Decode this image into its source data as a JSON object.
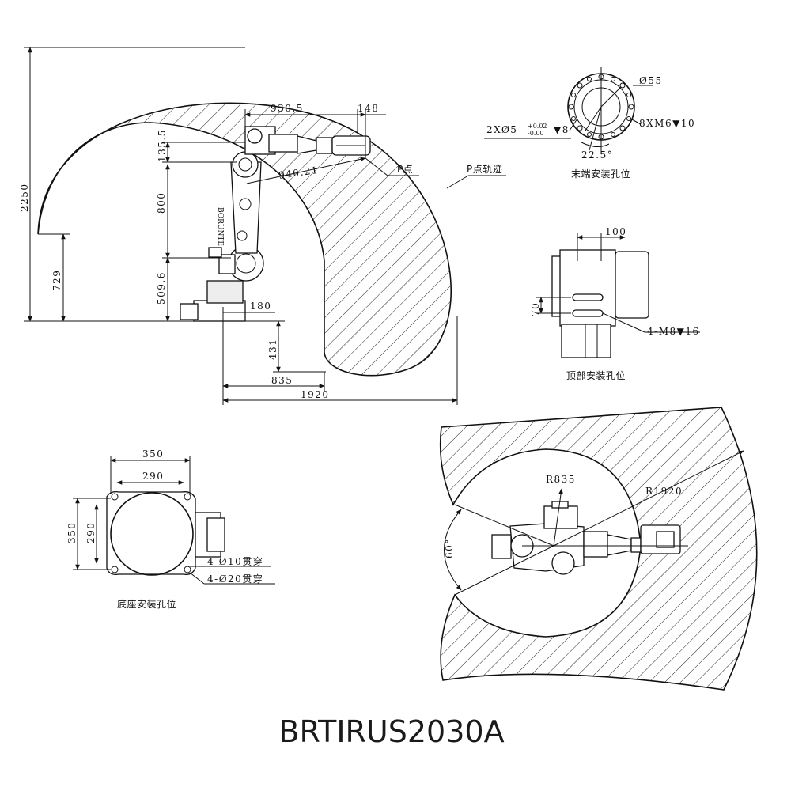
{
  "title": "BRTIRUS2030A",
  "side_view": {
    "dims": {
      "reach_horizontal": "930.5",
      "tool_offset": "148",
      "upper_offset": "135.5",
      "diagonal": "940.21",
      "upper_arm": "800",
      "base_height": "509.6",
      "overall_height": "2250",
      "lower_limit": "729",
      "base_offset": "180",
      "below_base": "431",
      "inner_radius": "835",
      "outer_radius": "1920"
    },
    "labels": {
      "p_point": "P点",
      "p_trajectory": "P点轨迹"
    }
  },
  "end_view": {
    "dims": {
      "diameter": "Ø55",
      "thread_holes": "8XM6▼10",
      "pin_holes": "2XØ5",
      "tol_upper": "+0.02",
      "tol_lower": "-0.00",
      "pin_depth": "▼8",
      "angle": "22.5°"
    },
    "caption": "末端安装孔位"
  },
  "top_view": {
    "dims": {
      "width": "100",
      "height": "70",
      "holes": "4-M8▼16"
    },
    "caption": "顶部安装孔位"
  },
  "base_view": {
    "dims": {
      "outer_w": "350",
      "inner_w": "290",
      "outer_h": "350",
      "inner_h": "290",
      "hole_small": "4-Ø10贯穿",
      "hole_large": "4-Ø20贯穿"
    },
    "caption": "底座安装孔位"
  },
  "plan_view": {
    "dims": {
      "inner_radius": "R835",
      "outer_radius": "R1920",
      "angle": "60°"
    }
  },
  "colors": {
    "ink": "#111111",
    "background": "#ffffff"
  }
}
